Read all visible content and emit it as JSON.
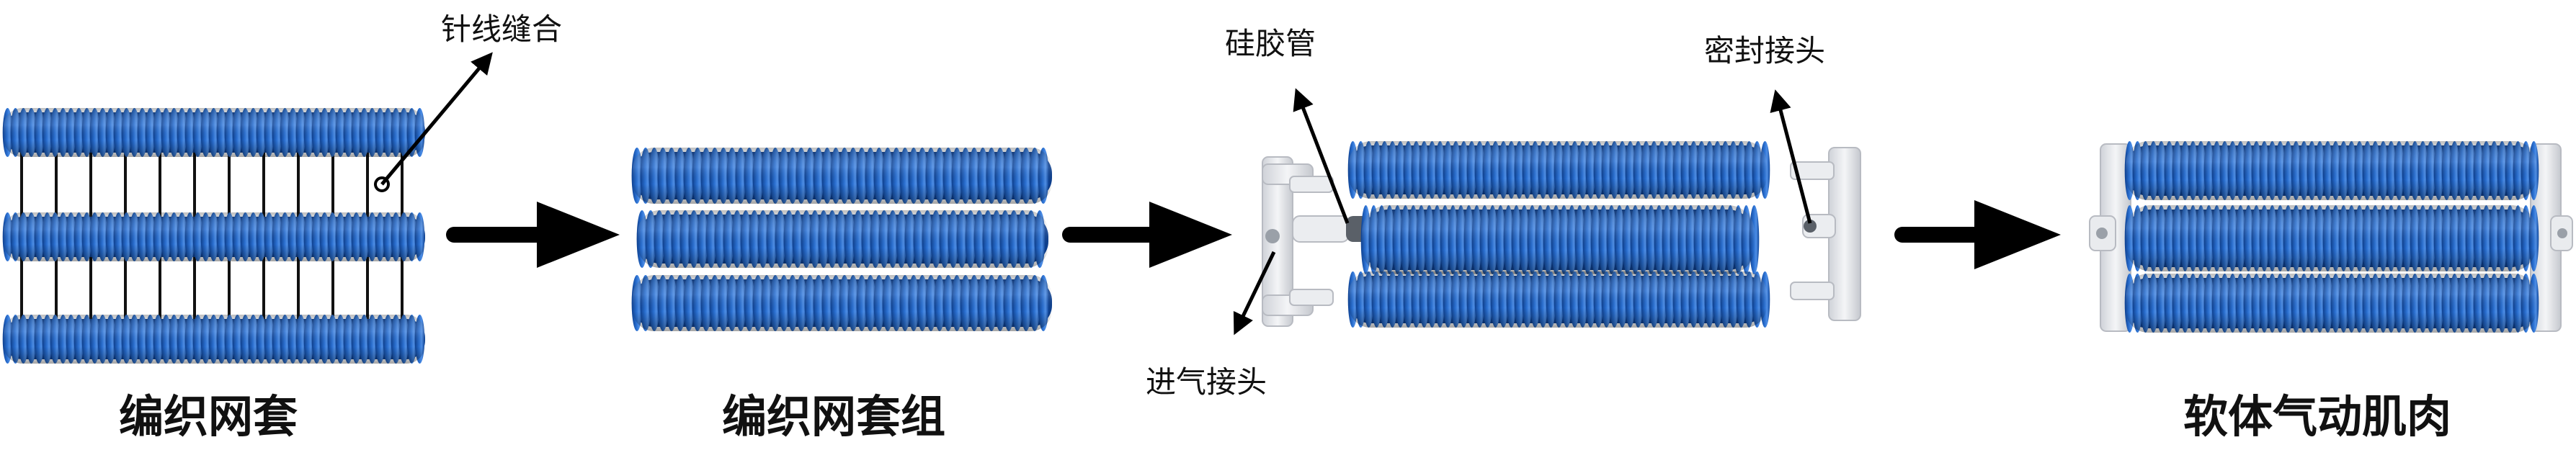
{
  "stages": {
    "braided_sleeve": "编织网套",
    "braided_sleeve_group": "编织网套组",
    "soft_pneumatic_muscle": "软体气动肌肉"
  },
  "annotations": {
    "needle_stitching": "针线缝合",
    "silicone_tube": "硅胶管",
    "sealing_connector": "密封接头",
    "air_inlet_connector": "进气接头"
  },
  "colors": {
    "sleeve_dark": "#0d3f8e",
    "sleeve_mid": "#1f63c8",
    "sleeve_light": "#4f8fe6",
    "arrow": "#000000",
    "fitting": "#e6e8ec"
  },
  "icons": {
    "process_arrow": "right-arrow-icon"
  }
}
